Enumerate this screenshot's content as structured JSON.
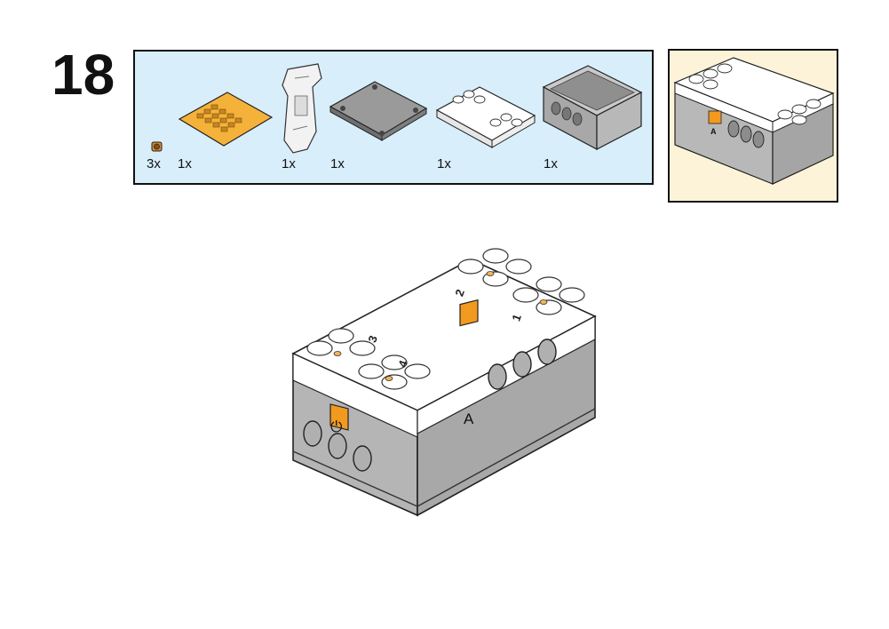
{
  "step": {
    "number": "18"
  },
  "parts": [
    {
      "icon": "bushing-part-icon",
      "qty": "3x",
      "color": "#d98a2b"
    },
    {
      "icon": "light-matrix-plate-icon",
      "qty": "1x",
      "color": "#f5b23a"
    },
    {
      "icon": "frame-bracket-icon",
      "qty": "1x",
      "color": "#f2f2f2"
    },
    {
      "icon": "battery-cover-plate-icon",
      "qty": "1x",
      "color": "#8c8c8c"
    },
    {
      "icon": "hub-top-plate-icon",
      "qty": "1x",
      "color": "#ffffff"
    },
    {
      "icon": "hub-bottom-case-icon",
      "qty": "1x",
      "color": "#a8a8a8"
    }
  ],
  "model": {
    "port_labels": [
      "A",
      "3",
      "4",
      "2",
      "1"
    ],
    "power_symbol": "⏻",
    "colors": {
      "body": "#b5b5b5",
      "top": "#ffffff",
      "orange": "#f29a1f",
      "outline": "#222222"
    }
  },
  "preview": {
    "port_label": "A"
  }
}
